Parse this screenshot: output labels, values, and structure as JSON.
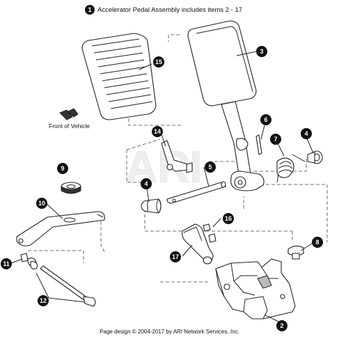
{
  "header": {
    "number": "1",
    "title": "Accelerator Pedal Assembly includes items 2 - 17"
  },
  "front_label": "Front of Vehicle",
  "watermark": "ARI",
  "footer": "Page design © 2004-2017 by ARI Network Services, Inc.",
  "callouts": [
    "15",
    "3",
    "6",
    "14",
    "5",
    "7",
    "4",
    "9",
    "4",
    "10",
    "16",
    "8",
    "17",
    "11",
    "12",
    "2"
  ]
}
